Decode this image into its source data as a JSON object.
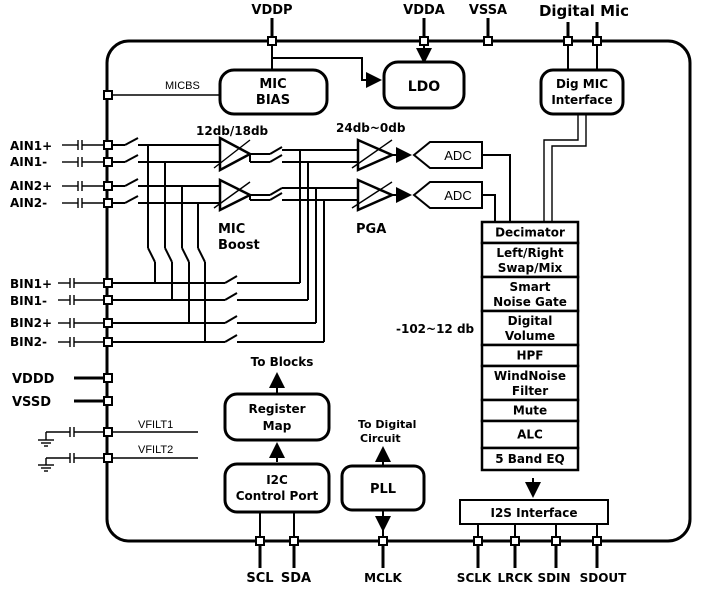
{
  "top_pins": {
    "vddp": "VDDP",
    "vdda": "VDDA",
    "vssa": "VSSA",
    "digital_mic": "Digital Mic"
  },
  "left_pins": {
    "micbs": "MICBS",
    "ain1p": "AIN1+",
    "ain1n": "AIN1-",
    "ain2p": "AIN2+",
    "ain2n": "AIN2-",
    "bin1p": "BIN1+",
    "bin1n": "BIN1-",
    "bin2p": "BIN2+",
    "bin2n": "BIN2-",
    "vddd": "VDDD",
    "vssd": "VSSD",
    "vfilt1": "VFILT1",
    "vfilt2": "VFILT2"
  },
  "bottom_pins": {
    "scl": "SCL",
    "sda": "SDA",
    "mclk": "MCLK",
    "sclk": "SCLK",
    "lrck": "LRCK",
    "sdin": "SDIN",
    "sdout": "SDOUT"
  },
  "blocks": {
    "mic_bias_1": "MIC",
    "mic_bias_2": "BIAS",
    "ldo": "LDO",
    "dig_mic_1": "Dig MIC",
    "dig_mic_2": "Interface",
    "adc_1": "ADC",
    "adc_2": "ADC",
    "register_map_1": "Register",
    "register_map_2": "Map",
    "i2c_1": "I2C",
    "i2c_2": "Control Port",
    "pll": "PLL",
    "i2s": "I2S Interface"
  },
  "dsp_chain": [
    {
      "l1": "Decimator",
      "l2": ""
    },
    {
      "l1": "Left/Right",
      "l2": "Swap/Mix"
    },
    {
      "l1": "Smart",
      "l2": "Noise Gate"
    },
    {
      "l1": "Digital",
      "l2": "Volume"
    },
    {
      "l1": "HPF",
      "l2": ""
    },
    {
      "l1": "WindNoise",
      "l2": "Filter"
    },
    {
      "l1": "Mute",
      "l2": ""
    },
    {
      "l1": "ALC",
      "l2": ""
    },
    {
      "l1": "5 Band EQ",
      "l2": ""
    }
  ],
  "annotations": {
    "boost_gain": "12db/18db",
    "pga_gain": "24db~0db",
    "mic_boost_1": "MIC",
    "mic_boost_2": "Boost",
    "pga": "PGA",
    "volume_range": "-102~12 db",
    "to_blocks": "To Blocks",
    "to_digital_1": "To Digital",
    "to_digital_2": "Circuit"
  }
}
